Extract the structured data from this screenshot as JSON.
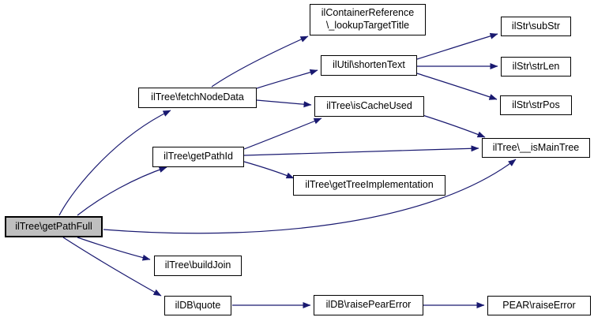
{
  "diagram": {
    "type": "call-graph",
    "background_color": "#ffffff",
    "edge_color": "#191970",
    "node_fill": "#ffffff",
    "node_border_color": "#000000",
    "root_node_fill": "#bfbfbf",
    "nodes": [
      {
        "id": "getPathFull",
        "label": "ilTree\\getPathFull",
        "root": true
      },
      {
        "id": "fetchNodeData",
        "label": "ilTree\\fetchNodeData",
        "root": false
      },
      {
        "id": "getPathId",
        "label": "ilTree\\getPathId",
        "root": false
      },
      {
        "id": "lookupTargetTitle",
        "label": "ilContainerReference\n\\_lookupTargetTitle",
        "root": false
      },
      {
        "id": "shortenText",
        "label": "ilUtil\\shortenText",
        "root": false
      },
      {
        "id": "isCacheUsed",
        "label": "ilTree\\isCacheUsed",
        "root": false
      },
      {
        "id": "getTreeImplementation",
        "label": "ilTree\\getTreeImplementation",
        "root": false
      },
      {
        "id": "subStr",
        "label": "ilStr\\subStr",
        "root": false
      },
      {
        "id": "strLen",
        "label": "ilStr\\strLen",
        "root": false
      },
      {
        "id": "strPos",
        "label": "ilStr\\strPos",
        "root": false
      },
      {
        "id": "isMainTree",
        "label": "ilTree\\__isMainTree",
        "root": false
      },
      {
        "id": "buildJoin",
        "label": "ilTree\\buildJoin",
        "root": false
      },
      {
        "id": "quote",
        "label": "ilDB\\quote",
        "root": false
      },
      {
        "id": "raisePearError",
        "label": "ilDB\\raisePearError",
        "root": false
      },
      {
        "id": "raiseError",
        "label": "PEAR\\raiseError",
        "root": false
      }
    ],
    "edges": [
      {
        "from": "getPathFull",
        "to": "fetchNodeData"
      },
      {
        "from": "getPathFull",
        "to": "getPathId"
      },
      {
        "from": "getPathFull",
        "to": "isMainTree"
      },
      {
        "from": "getPathFull",
        "to": "buildJoin"
      },
      {
        "from": "getPathFull",
        "to": "quote"
      },
      {
        "from": "fetchNodeData",
        "to": "lookupTargetTitle"
      },
      {
        "from": "fetchNodeData",
        "to": "shortenText"
      },
      {
        "from": "fetchNodeData",
        "to": "isCacheUsed"
      },
      {
        "from": "shortenText",
        "to": "subStr"
      },
      {
        "from": "shortenText",
        "to": "strLen"
      },
      {
        "from": "shortenText",
        "to": "strPos"
      },
      {
        "from": "isCacheUsed",
        "to": "isMainTree"
      },
      {
        "from": "getPathId",
        "to": "isCacheUsed"
      },
      {
        "from": "getPathId",
        "to": "isMainTree"
      },
      {
        "from": "getPathId",
        "to": "getTreeImplementation"
      },
      {
        "from": "quote",
        "to": "raisePearError"
      },
      {
        "from": "raisePearError",
        "to": "raiseError"
      }
    ]
  }
}
